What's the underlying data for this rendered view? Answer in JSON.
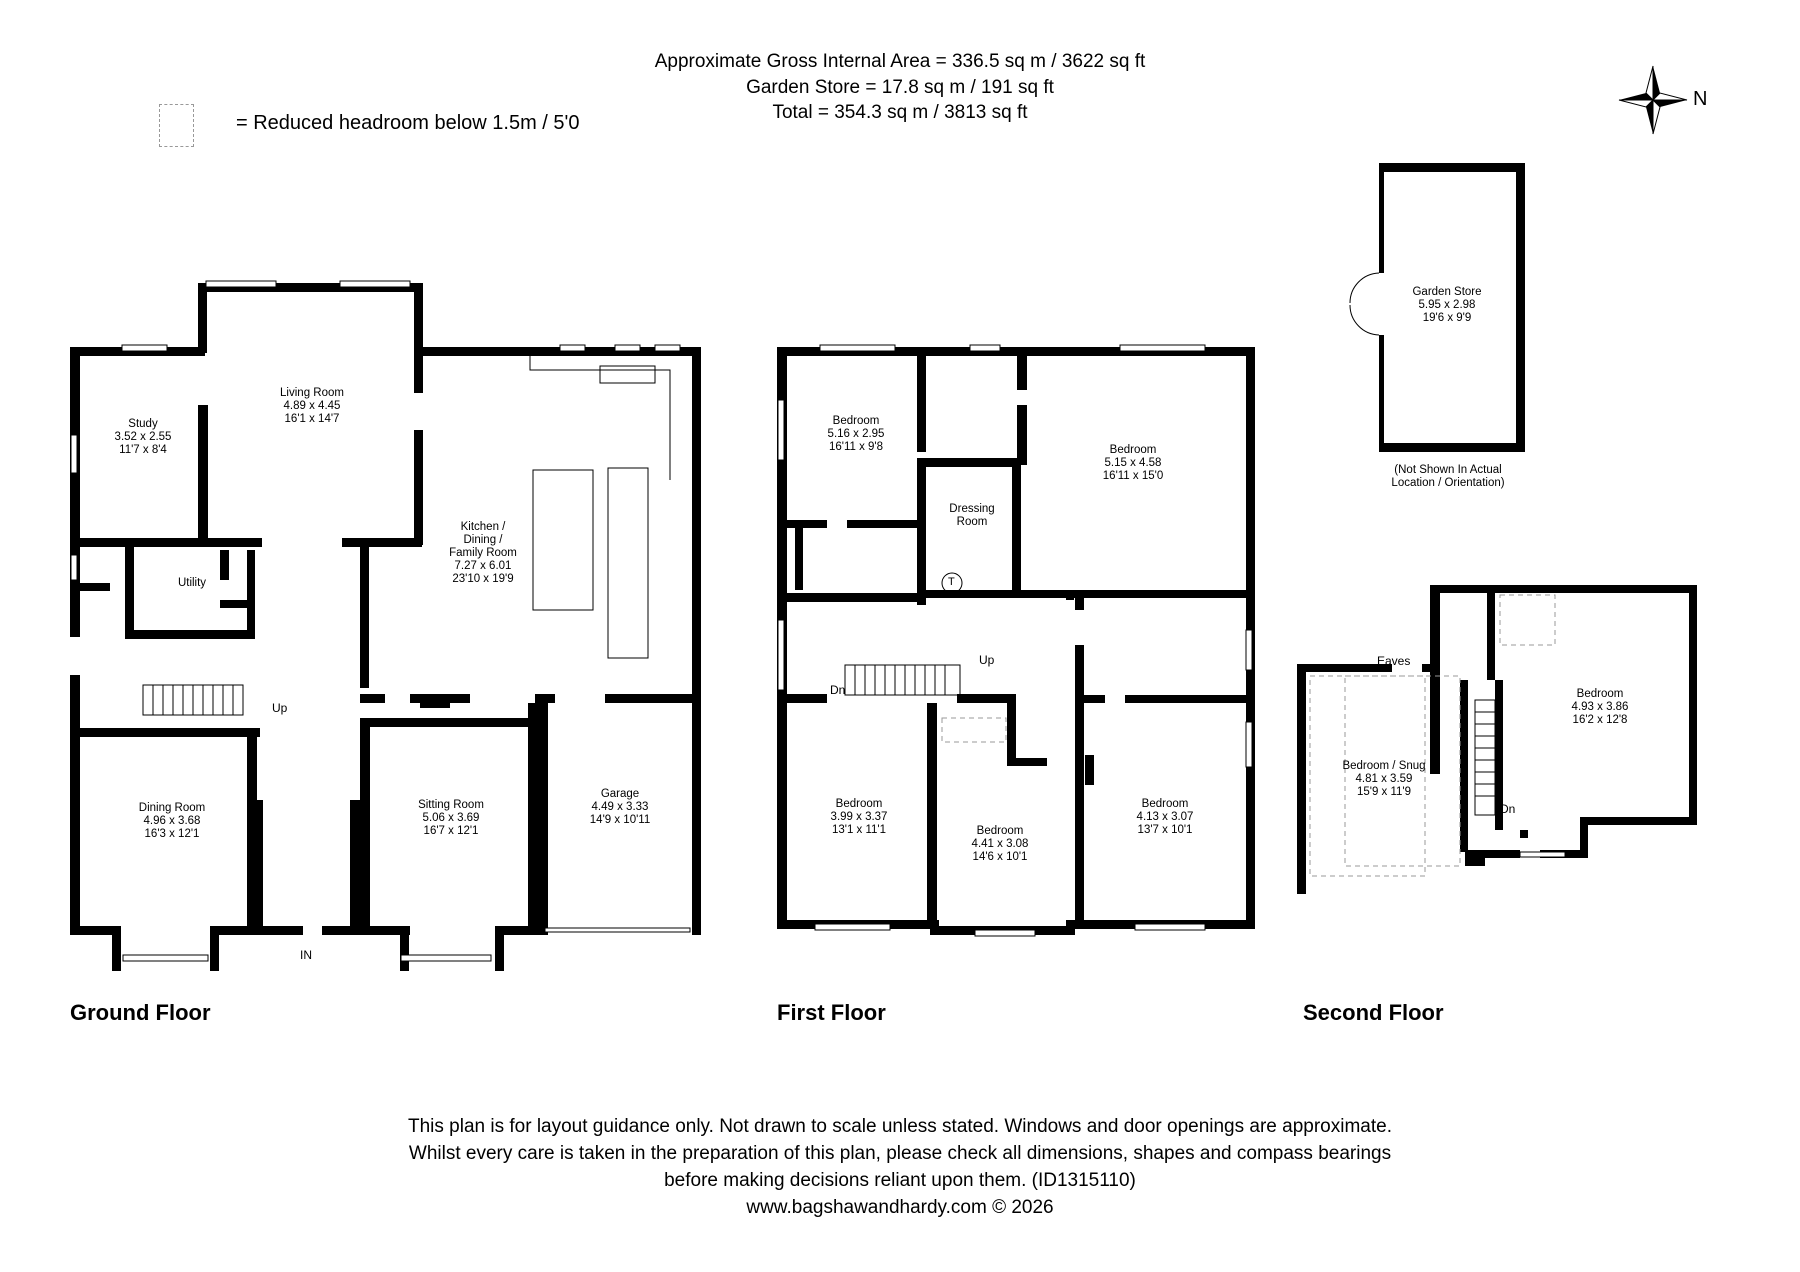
{
  "header": {
    "line1": "Approximate Gross Internal Area = 336.5 sq m / 3622 sq ft",
    "line2": "Garden Store = 17.8 sq m / 191 sq ft",
    "line3": "Total = 354.3 sq m / 3813 sq ft"
  },
  "legend": {
    "text": "= Reduced headroom below 1.5m / 5'0"
  },
  "compass": {
    "label": "N",
    "icon": "compass-rose-icon"
  },
  "floors": {
    "ground": "Ground Floor",
    "first": "First Floor",
    "second": "Second Floor"
  },
  "rooms": {
    "study": {
      "name": "Study",
      "metric": "3.52 x 2.55",
      "imperial": "11'7 x 8'4"
    },
    "living": {
      "name": "Living Room",
      "metric": "4.89 x 4.45",
      "imperial": "16'1 x 14'7"
    },
    "kitchen": {
      "name1": "Kitchen /",
      "name2": "Dining /",
      "name3": "Family Room",
      "metric": "7.27 x 6.01",
      "imperial": "23'10 x 19'9"
    },
    "utility": {
      "name": "Utility"
    },
    "dining": {
      "name": "Dining Room",
      "metric": "4.96 x 3.68",
      "imperial": "16'3 x 12'1"
    },
    "sitting": {
      "name": "Sitting Room",
      "metric": "5.06 x 3.69",
      "imperial": "16'7 x 12'1"
    },
    "garage": {
      "name": "Garage",
      "metric": "4.49 x 3.33",
      "imperial": "14'9 x 10'11"
    },
    "ff_bed1": {
      "name": "Bedroom",
      "metric": "5.16 x 2.95",
      "imperial": "16'11 x 9'8"
    },
    "ff_bed2": {
      "name": "Bedroom",
      "metric": "5.15 x 4.58",
      "imperial": "16'11 x 15'0"
    },
    "dressing": {
      "name1": "Dressing",
      "name2": "Room"
    },
    "ff_bed3": {
      "name": "Bedroom",
      "metric": "3.99 x 3.37",
      "imperial": "13'1 x 11'1"
    },
    "ff_bed4": {
      "name": "Bedroom",
      "metric": "4.41 x 3.08",
      "imperial": "14'6 x 10'1"
    },
    "ff_bed5": {
      "name": "Bedroom",
      "metric": "4.13 x 3.07",
      "imperial": "13'7 x 10'1"
    },
    "garden_store": {
      "name": "Garden Store",
      "metric": "5.95 x 2.98",
      "imperial": "19'6 x 9'9"
    },
    "garden_note1": "(Not Shown In Actual",
    "garden_note2": "Location / Orientation)",
    "snug": {
      "name": "Bedroom / Snug",
      "metric": "4.81 x 3.59",
      "imperial": "15'9 x 11'9"
    },
    "sf_bed": {
      "name": "Bedroom",
      "metric": "4.93 x 3.86",
      "imperial": "16'2 x 12'8"
    }
  },
  "markers": {
    "up_ground": "Up",
    "in": "IN",
    "up_first": "Up",
    "dn_first": "Dn",
    "dn_second": "Dn",
    "eaves": "Eaves",
    "tank": "T"
  },
  "disclaimer": {
    "line1": "This plan is for layout guidance only. Not drawn to scale unless stated. Windows and door openings are approximate.",
    "line2": "Whilst every care is taken in the preparation of this plan, please check all dimensions, shapes and compass bearings",
    "line3": "before making decisions reliant upon them. (ID1315110)",
    "line4": "www.bagshawandhardy.com © 2026"
  }
}
